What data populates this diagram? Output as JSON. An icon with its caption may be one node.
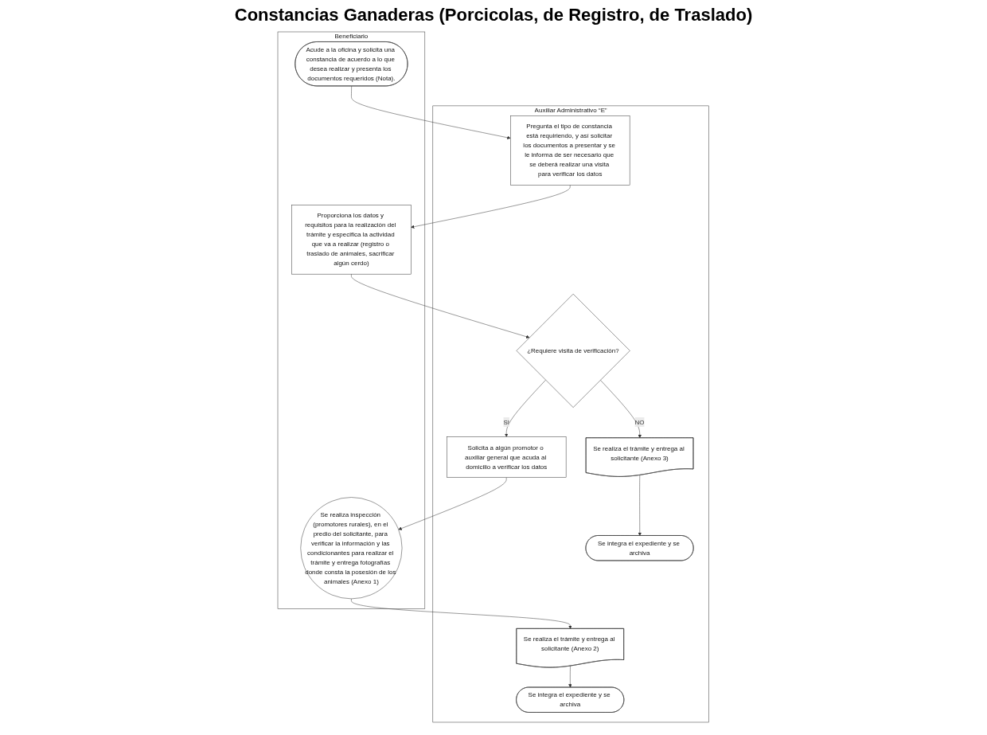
{
  "diagram": {
    "title": "Constancias Ganaderas (Porcicolas, de Registro, de Traslado)",
    "nodes": [
      {
        "text": [
          "Auxiliar Administrativo “E”"
        ]
      },
      {
        "text": [
          "Beneficiario"
        ]
      },
      {
        "text": [
          "Acude a la oficina y solicita una constancia de acuerdo a lo que desea realizar y presenta los documentos requeridos (Nota)."
        ],
        "in": 1
      },
      {
        "text": [
          "Pregunta el tipo de constancia está requiriendo, y así solicitar los documentos a presentar y se le informa de ser necesario que se deberá realizar una visita para verificar los datos"
        ],
        "in": 0
      },
      {
        "text": [
          "Proporciona los datos y requisitos para la realización del trámite y especifica la actividad que va a realizar (registro o traslado de animales, sacrificar algún cerdo)"
        ],
        "in": 1
      },
      {
        "text": [
          "¿Requiere visita de verificación?"
        ],
        "in": 0
      },
      {
        "text": [
          "Se realiza el trámite y entrega al solicitante (Anexo 3)"
        ],
        "in": 0
      },
      {
        "text": [
          "Solicita a algún promotor o auxiliar general que acuda al domicilio a verificar los datos"
        ],
        "in": 0
      },
      {
        "text": [
          "Se realiza inspección (promotores rurales), en el predio del solicitante, para verificar la información y las condicionantes para realizar el trámite y entrega fotografías donde consta la posesión de los animales (Anexo 1)"
        ],
        "in": 1
      },
      {
        "text": [
          "Se integra el expediente y se archiva"
        ],
        "in": 0
      },
      {
        "text": [
          "Se realiza el trámite y entrega al solicitante (Anexo 2)"
        ],
        "in": 0
      },
      {
        "text": [
          "Se integra el expediente y se archiva"
        ],
        "in": 0
      }
    ],
    "edges": [
      {
        "from": 2,
        "to": 3,
        "arrow": "to"
      },
      {
        "from": 3,
        "to": 4,
        "arrow": "to"
      },
      {
        "from": 4,
        "to": 5,
        "arrow": "to"
      },
      {
        "from": 5,
        "to": 6,
        "arrow": "to",
        "label": "NO"
      },
      {
        "from": 5,
        "to": 7,
        "arrow": "to",
        "label": "SI"
      },
      {
        "from": 6,
        "to": 9,
        "arrow": "to"
      },
      {
        "from": 7,
        "to": 8,
        "arrow": "to"
      },
      {
        "from": 8,
        "to": 10,
        "arrow": "to"
      },
      {
        "from": 10,
        "to": 11,
        "arrow": "to"
      }
    ]
  }
}
